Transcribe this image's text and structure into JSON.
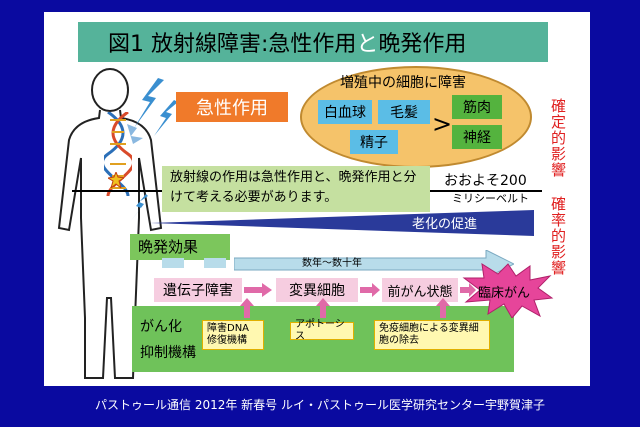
{
  "title": {
    "prefix": "図1 放射線障害:急性作用",
    "connector": "と",
    "suffix": "晩発作用"
  },
  "acute": {
    "label": "急性作用",
    "oval_title": "増殖中の細胞に障害",
    "cells_left": [
      "白血球",
      "毛髪",
      "精子"
    ],
    "cells_right": [
      "筋肉",
      "神経"
    ],
    "gt_symbol": ">"
  },
  "vertical_labels": {
    "deterministic": "確定的影響",
    "stochastic": "確率的影響"
  },
  "statement": "放射線の作用は急性作用と、晩発作用と分けて考える必要があります。",
  "threshold": {
    "value": "おおよそ200",
    "unit": "ミリシーベルト"
  },
  "aging": "老化の促進",
  "late": {
    "label": "晩発効果",
    "duration": "数年〜数十年"
  },
  "chain": {
    "step1": "遺伝子障害",
    "step2": "変異細胞",
    "step3": "前がん状態",
    "result": "臨床がん"
  },
  "suppression": {
    "label_line1": "がん化",
    "label_line2": "抑制機構",
    "notes": [
      "障害DNA 修復機構",
      "アポトーシス",
      "免疫細胞による変異細胞の除去"
    ]
  },
  "footer": "パストゥール通信 2012年 新春号 ルイ・パストゥール医学研究センター宇野賀津子",
  "colors": {
    "background": "#0a0aa0",
    "title_band": "#55b39a",
    "orange": "#f07a2a",
    "cell_blue": "#5bbde6",
    "green": "#54b33e",
    "red": "#e02020"
  }
}
